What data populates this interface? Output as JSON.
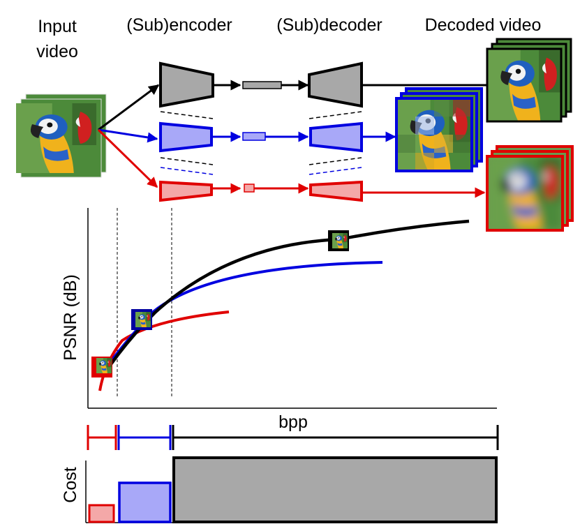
{
  "headings": {
    "input_line1": "Input",
    "input_line2": "video",
    "encoder": "(Sub)encoder",
    "decoder": "(Sub)decoder",
    "decoded": "Decoded video"
  },
  "colors": {
    "full": "#000000",
    "full_fill": "#a8a8a8",
    "medium": "#0000e0",
    "medium_fill": "#a8a8f8",
    "small": "#e00000",
    "small_fill": "#f4a8a8"
  },
  "plot": {
    "ylabel": "PSNR (dB)",
    "xlabel": "bpp",
    "series": [
      {
        "name": "",
        "color": "#e00000"
      },
      {
        "name": "",
        "color": "#0000e0"
      },
      {
        "name": "",
        "color": "#000000"
      }
    ]
  },
  "cost": {
    "ylabel": "Cost",
    "levels": [
      "small",
      "medium",
      "full"
    ]
  },
  "icons": {
    "input_frames": "parrot-video-frames-icon",
    "output_full": "parrot-sharp-frames-icon",
    "output_medium": "parrot-pixelated-frames-icon",
    "output_small": "parrot-blurred-frames-icon"
  }
}
